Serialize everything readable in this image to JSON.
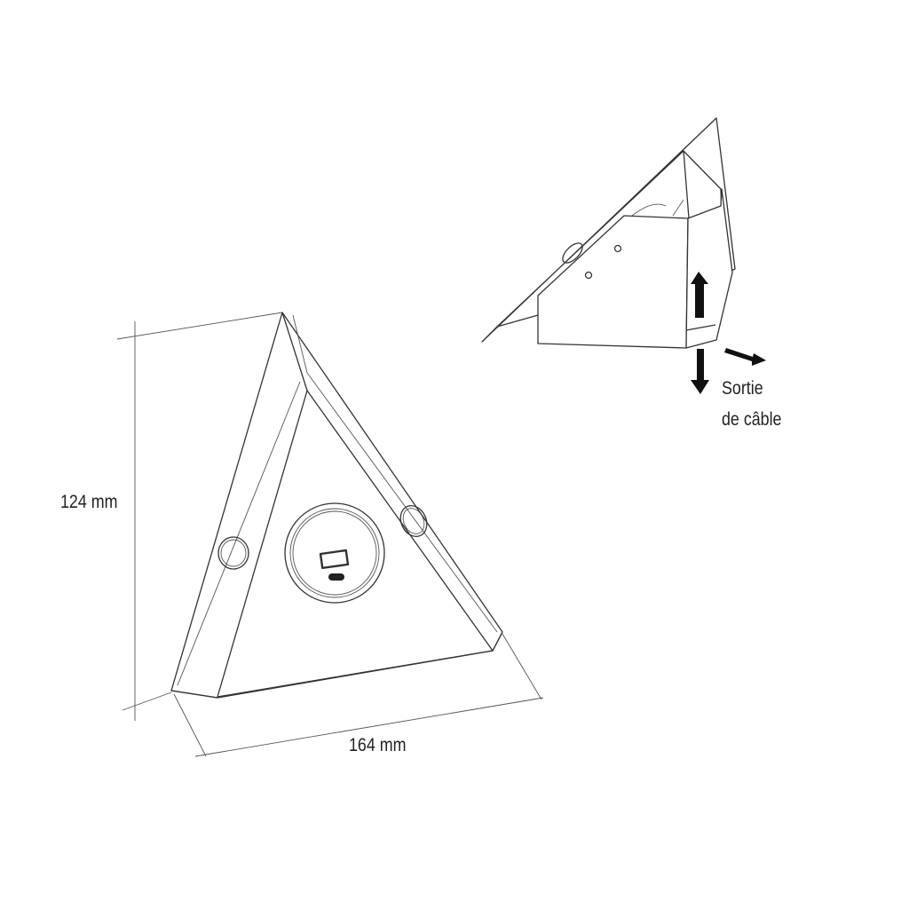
{
  "dimensions": {
    "height": "124 mm",
    "width": "164 mm"
  },
  "cable_label": {
    "line1": "Sortie",
    "line2": "de câble"
  },
  "colors": {
    "line": "#333333",
    "arrow": "#111111",
    "background": "#ffffff"
  }
}
